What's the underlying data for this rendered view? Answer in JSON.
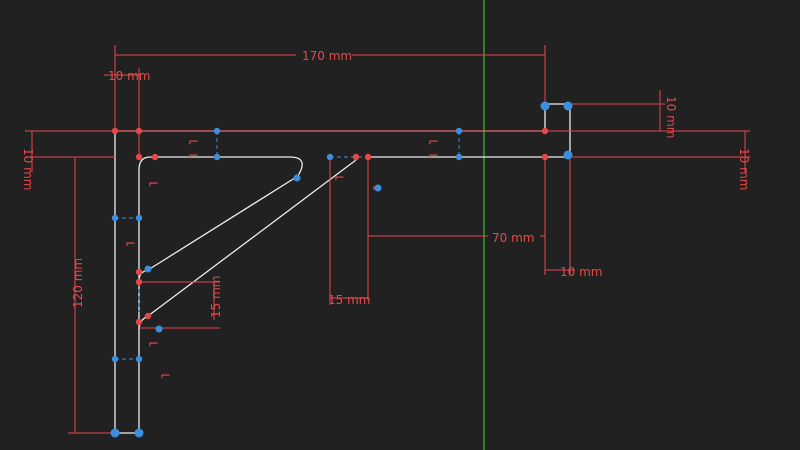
{
  "colors": {
    "background": "#212121",
    "dimension": "#e8474a",
    "geometry": "#ececec",
    "construction": "#3b8fe0",
    "axis": "#2fc33b"
  },
  "dimensions": {
    "overall_width": "170 mm",
    "left_offset": "10 mm",
    "top_right_height": "10 mm",
    "left_bar_thickness": "10 mm",
    "right_end_thickness": "10 mm",
    "overall_height": "120 mm",
    "slot_offset": "70 mm",
    "right_tab_width": "10 mm",
    "slot_width": "15 mm",
    "lower_gap": "15 mm"
  },
  "constraint_glyph": "⌐"
}
